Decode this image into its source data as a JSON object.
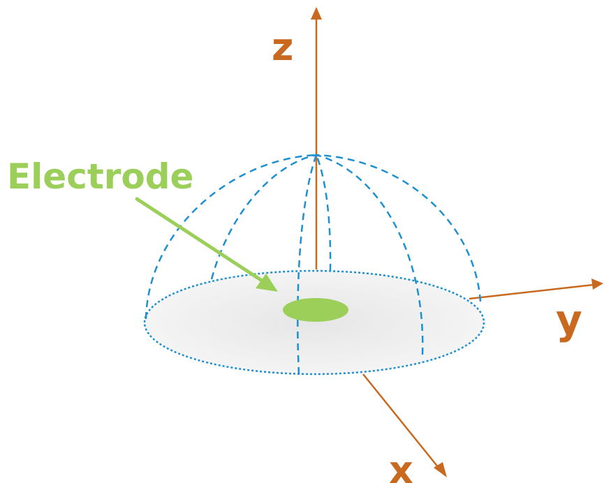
{
  "labels": {
    "z": "z",
    "y": "y",
    "x": "x",
    "electrode": "Electrode"
  },
  "colors": {
    "axis": "#c9691f",
    "dome": "#1e90d0",
    "electrode": "#9ccf5a",
    "base_fill": "#ececec"
  }
}
